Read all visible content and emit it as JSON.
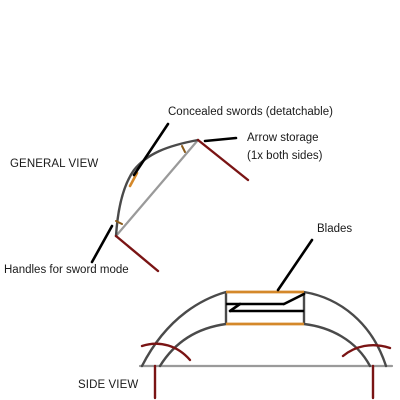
{
  "diagram": {
    "general_view_title": "GENERAL VIEW",
    "side_view_title": "SIDE VIEW",
    "labels": {
      "concealed_swords": "Concealed swords (detatchable)",
      "arrow_storage_line1": "Arrow storage",
      "arrow_storage_line2": "(1x both sides)",
      "handles": "Handles for sword mode",
      "blades": "Blades"
    },
    "colors": {
      "bow_body": "#4a4a4a",
      "bow_string": "#9a9a9a",
      "handle": "#7a1414",
      "blade_accent": "#d4882a",
      "leader": "#000000",
      "ground_line": "#9a9a9a"
    }
  }
}
